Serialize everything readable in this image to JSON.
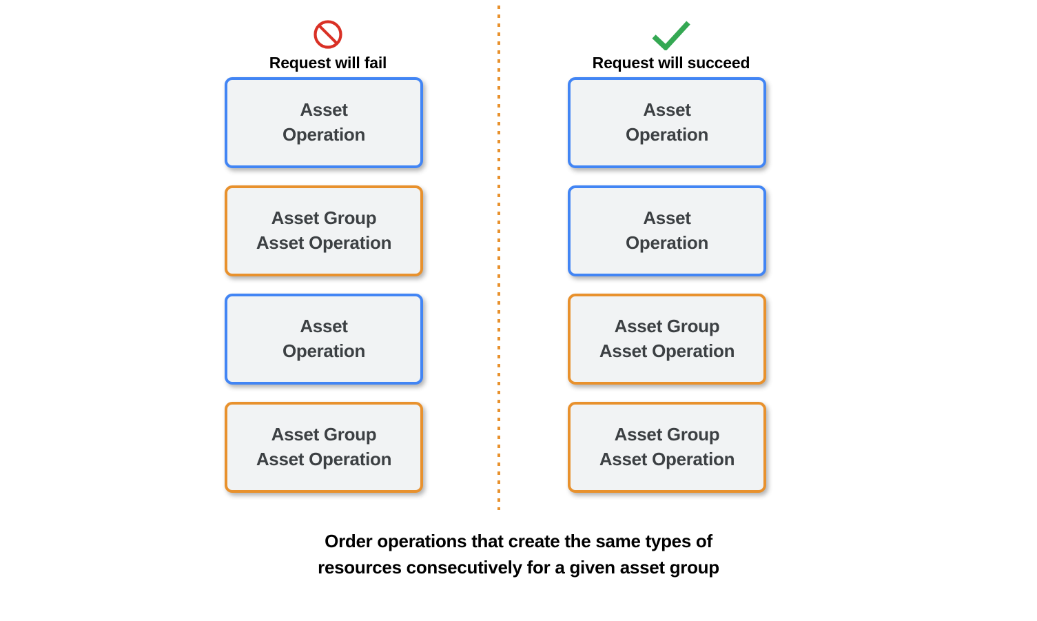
{
  "colors": {
    "blue_border": "#4285F4",
    "orange_border": "#E8912D",
    "card_fill": "#F1F3F4",
    "card_text": "#3C4043",
    "fail_icon": "#D93025",
    "succeed_icon": "#34A853",
    "divider": "#E8912D",
    "background": "#FFFFFF"
  },
  "columns": [
    {
      "id": "fail",
      "icon": "prohibited-icon",
      "title": "Request will fail",
      "cards": [
        {
          "type": "blue",
          "label": "Asset\nOperation"
        },
        {
          "type": "orange",
          "label": "Asset Group\nAsset Operation"
        },
        {
          "type": "blue",
          "label": "Asset\nOperation"
        },
        {
          "type": "orange",
          "label": "Asset Group\nAsset Operation"
        }
      ]
    },
    {
      "id": "succeed",
      "icon": "checkmark-icon",
      "title": "Request will succeed",
      "cards": [
        {
          "type": "blue",
          "label": "Asset\nOperation"
        },
        {
          "type": "blue",
          "label": "Asset\nOperation"
        },
        {
          "type": "orange",
          "label": "Asset Group\nAsset Operation"
        },
        {
          "type": "orange",
          "label": "Asset Group\nAsset Operation"
        }
      ]
    }
  ],
  "caption": "Order operations that create the same types of\nresources consecutively for a given asset group"
}
